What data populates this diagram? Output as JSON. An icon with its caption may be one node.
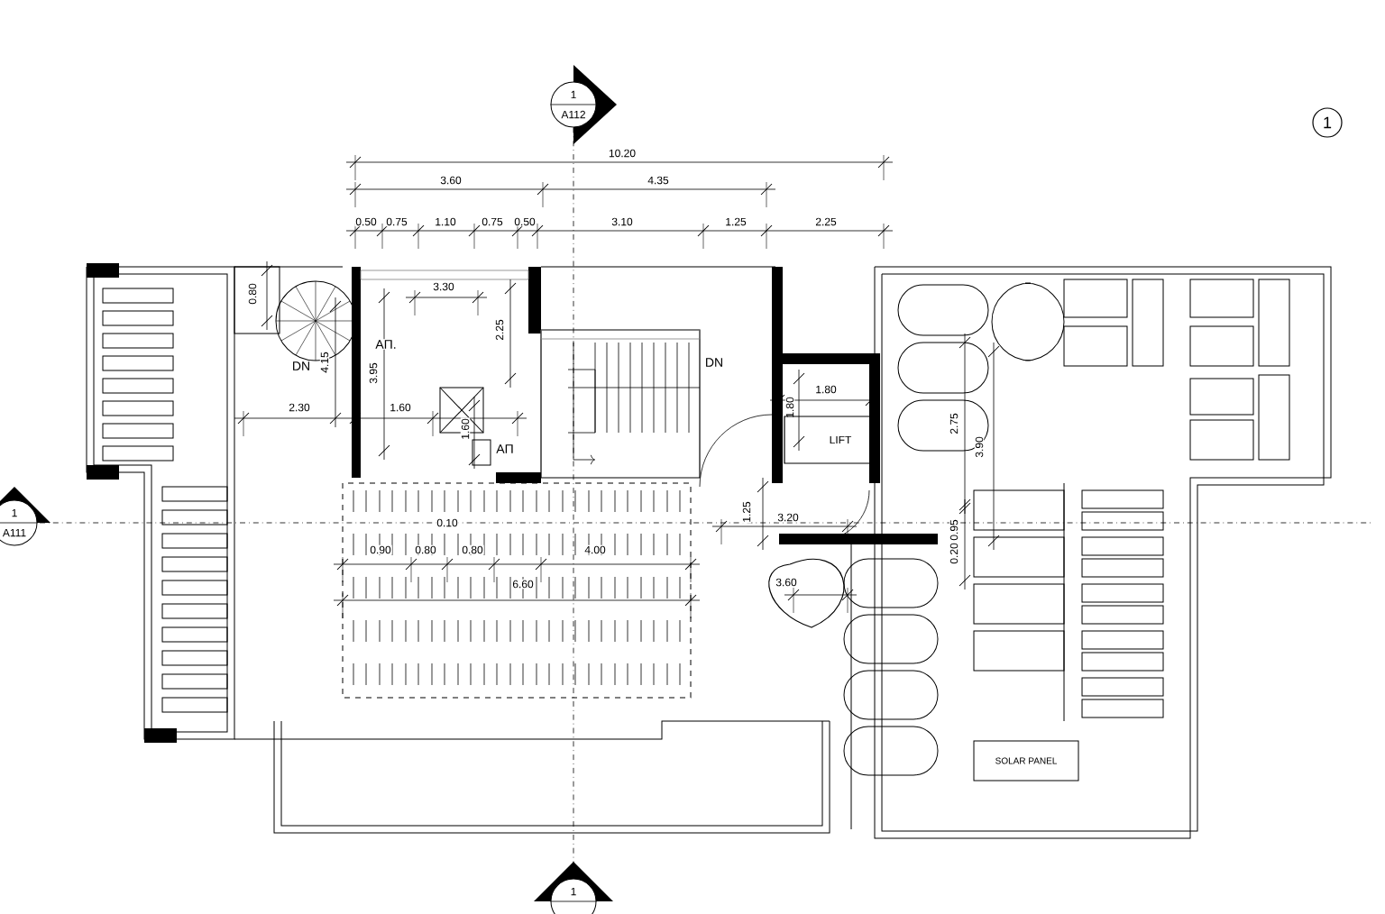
{
  "diagram": {
    "nodes": [
      {
        "text": [
          "1",
          "A112"
        ]
      },
      {
        "text": [
          "1",
          "A111"
        ]
      },
      {
        "text": [
          "1"
        ]
      },
      {
        "text": [
          "1"
        ]
      },
      {
        "text": [
          "LIFT"
        ]
      },
      {
        "text": [
          "SOLAR PANEL"
        ]
      }
    ],
    "edges": [
      {
        "from": 0,
        "to": 2,
        "arrow": "none",
        "style": "dashed"
      }
    ],
    "labels": [
      "10.20",
      "3.60",
      "4.35",
      "0.50",
      "0.75",
      "1.10",
      "0.75",
      "0.50",
      "3.10",
      "1.25",
      "2.25",
      "0.80",
      "3.30",
      "2.25",
      "DN",
      "4.15",
      "ΑΠ.",
      "3.95",
      "2.30",
      "1.60",
      "1.60",
      "ΑΠ",
      "DN",
      "1.80",
      "1.80",
      "2.75",
      "3.90",
      "1.25",
      "3.20",
      "0.20",
      "0.95",
      "0.10",
      "0.90",
      "0.80",
      "0.80",
      "4.00",
      "6.60",
      "3.60"
    ]
  }
}
